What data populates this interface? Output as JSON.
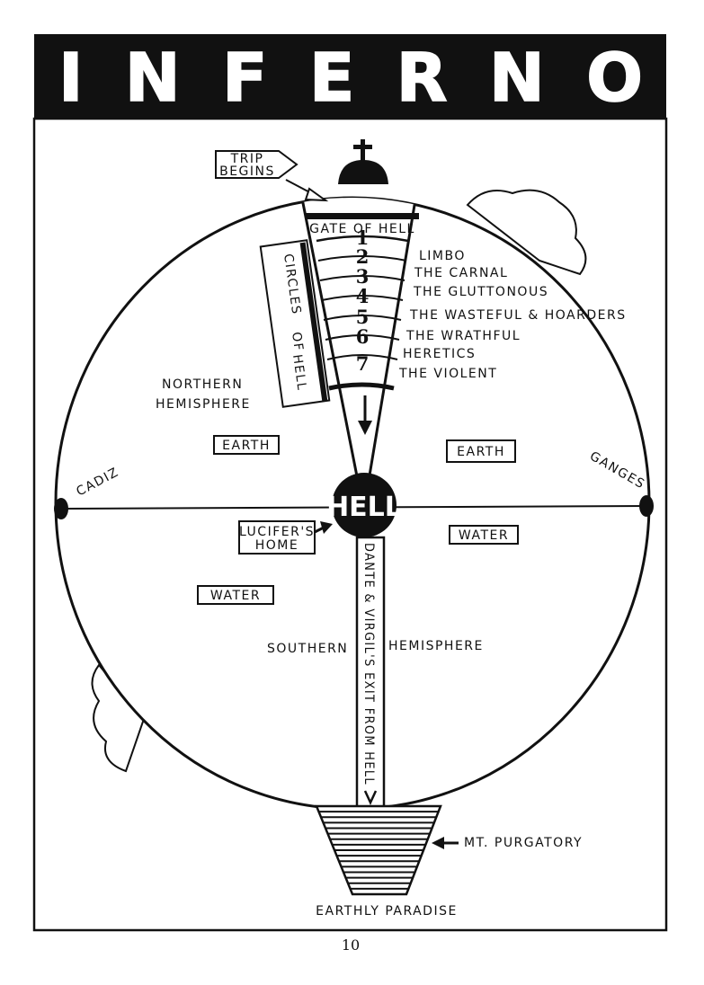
{
  "title": "INFERNO",
  "trip_label": [
    "TRIP",
    "BEGINS"
  ],
  "gate": "GATE OF HELL",
  "circles_label": [
    "CIRCLES",
    "OF",
    "HELL"
  ],
  "circles": [
    {
      "number": "1",
      "label": "LIMBO"
    },
    {
      "number": "2",
      "label": "THE CARNAL"
    },
    {
      "number": "3",
      "label": "THE GLUTTONOUS"
    },
    {
      "number": "4",
      "label": "THE WASTEFUL & HOARDERS"
    },
    {
      "number": "5",
      "label": "THE WRATHFUL"
    },
    {
      "number": "6",
      "label": "HERETICS"
    },
    {
      "number": "7",
      "label": "THE VIOLENT"
    }
  ],
  "northern": [
    "NORTHERN",
    "HEMISPHERE"
  ],
  "earth_left": "EARTH",
  "earth_right": "EARTH",
  "cadiz": "CADIZ",
  "ganges": "GANGES",
  "hell": "HELL",
  "lucifer": [
    "LUCIFER'S",
    "HOME"
  ],
  "water_right": "WATER",
  "water_left": "WATER",
  "southern": "SOUTHERN",
  "hemisphere": "HEMISPHERE",
  "exit": "DANTE & VIRGIL'S EXIT FROM HELL",
  "purgatory": "MT. PURGATORY",
  "paradise": "EARTHLY PARADISE",
  "page_number": "10"
}
